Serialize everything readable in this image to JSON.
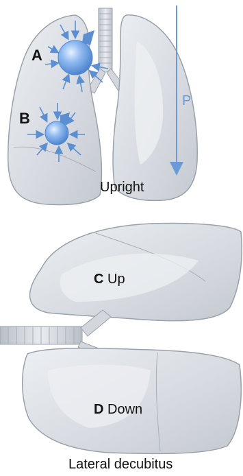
{
  "labels": {
    "A": "A",
    "B": "B",
    "P": "P",
    "upright": "Upright",
    "C": "C",
    "up": "Up",
    "D": "D",
    "down": "Down",
    "lateral": "Lateral decubitus"
  },
  "colors": {
    "lung_fill": "#d9dde3",
    "lung_stroke": "#9aa1aa",
    "lung_highlight": "#eef0f3",
    "trachea": "#c9ced5",
    "alveolus": "#6fa3e0",
    "arrow": "#5b8fd1",
    "pressure_arrow": "#6b9bd6"
  }
}
